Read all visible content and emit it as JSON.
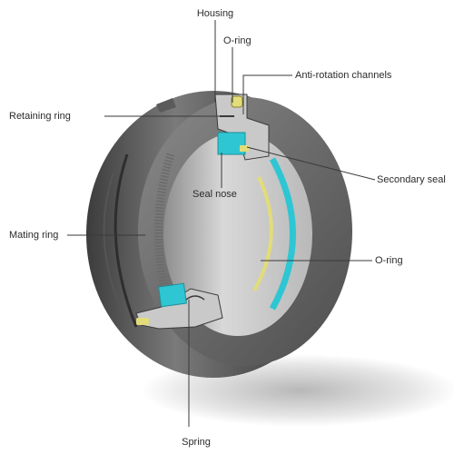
{
  "labels": {
    "housing": "Housing",
    "o_ring_top": "O-ring",
    "anti_rotation": "Anti-rotation channels",
    "retaining_ring": "Retaining ring",
    "secondary_seal": "Secondary seal",
    "seal_nose": "Seal nose",
    "mating_ring": "Mating ring",
    "o_ring_bottom": "O-ring",
    "spring": "Spring"
  },
  "colors": {
    "body_dark": "#4a4a4a",
    "body_mid": "#6e6e6e",
    "body_light": "#a6a6a6",
    "bore": "#cfcfcf",
    "accent_cyan": "#2fc6d3",
    "accent_yellow": "#e2dc7a",
    "leader": "#3a3a3a"
  }
}
